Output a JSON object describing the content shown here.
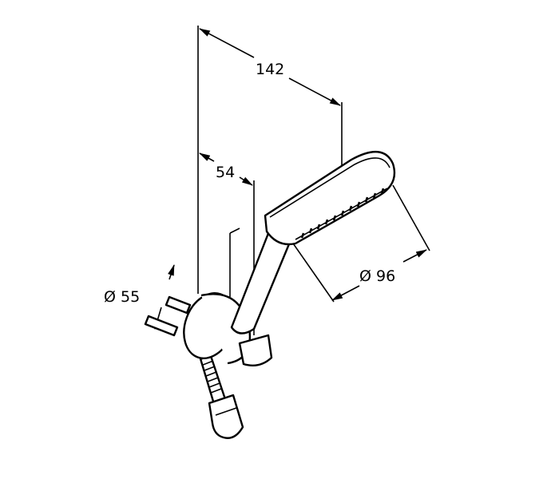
{
  "drawing": {
    "dimensions": {
      "total_length": "142",
      "bracket_offset": "54",
      "bracket_diameter": "Ø 55",
      "head_diameter": "Ø 96"
    }
  }
}
